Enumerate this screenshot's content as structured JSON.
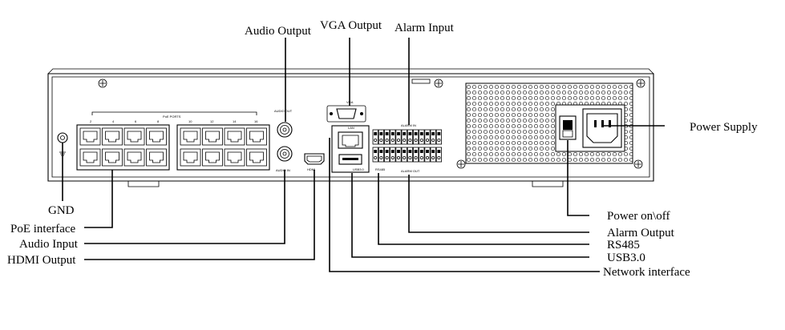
{
  "diagram": {
    "callouts": {
      "audio_output": "Audio Output",
      "vga_output": "VGA Output",
      "alarm_input": "Alarm Input",
      "power_supply": "Power Supply",
      "gnd": "GND",
      "poe_interface": "PoE interface",
      "audio_input": "Audio Input",
      "hdmi_output": "HDMI Output",
      "power_switch": "Power on\\off",
      "alarm_output": "Alarm Output",
      "rs485": "RS485",
      "usb3": "USB3.0",
      "network_interface": "Network interface"
    },
    "panel_labels": {
      "poe_ports": "PoE PORTS",
      "audio_out": "AUDIO OUT",
      "audio_in": "AUDIO IN",
      "vga": "VGA",
      "hdmi": "HDMI",
      "usb": "USB3.0",
      "alarm_in": "ALARM IN",
      "alarm_out": "ALARM OUT",
      "rs485": "RS485",
      "lan": "LAN",
      "port_numbers_top_left": [
        "2",
        "4",
        "6",
        "8"
      ],
      "port_numbers_top_right": [
        "10",
        "12",
        "14",
        "16"
      ]
    }
  }
}
